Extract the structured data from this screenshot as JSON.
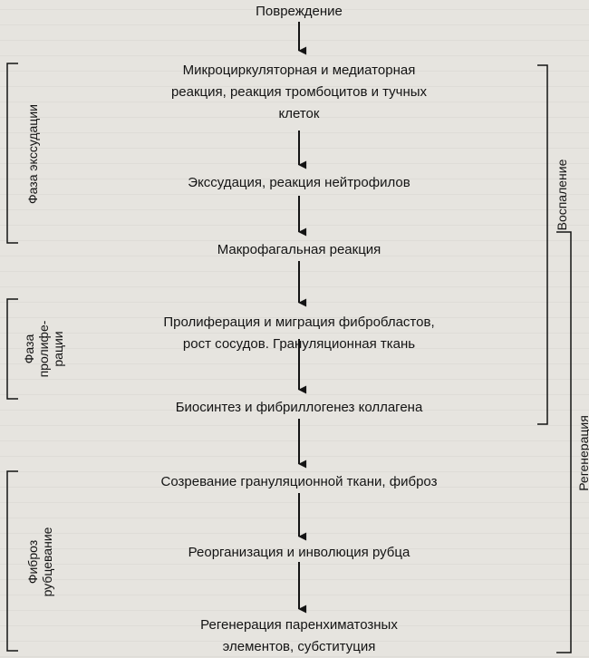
{
  "steps": [
    "Повреждение",
    "Микроциркуляторная и медиаторная\nреакция, реакция тромбоцитов и тучных\nклеток",
    "Экссудация, реакция нейтрофилов",
    "Макрофагальная реакция",
    "Пролиферация и миграция фибробластов,\nрост сосудов. Грануляционная ткань",
    "Биосинтез и фибриллогенез коллагена",
    "Созревание грануляционной ткани, фиброз",
    "Реорганизация и инволюция рубца",
    "Регенерация паренхиматозных\nэлементов, субституция"
  ],
  "phases": {
    "exudation": "Фаза экссудации",
    "proliferation": "Фаза\nпролифе-\nрации",
    "fibrosis": "Фиброз\nрубцевание"
  },
  "processes": {
    "inflammation": "Воспаление",
    "regeneration": "Регенерация"
  }
}
